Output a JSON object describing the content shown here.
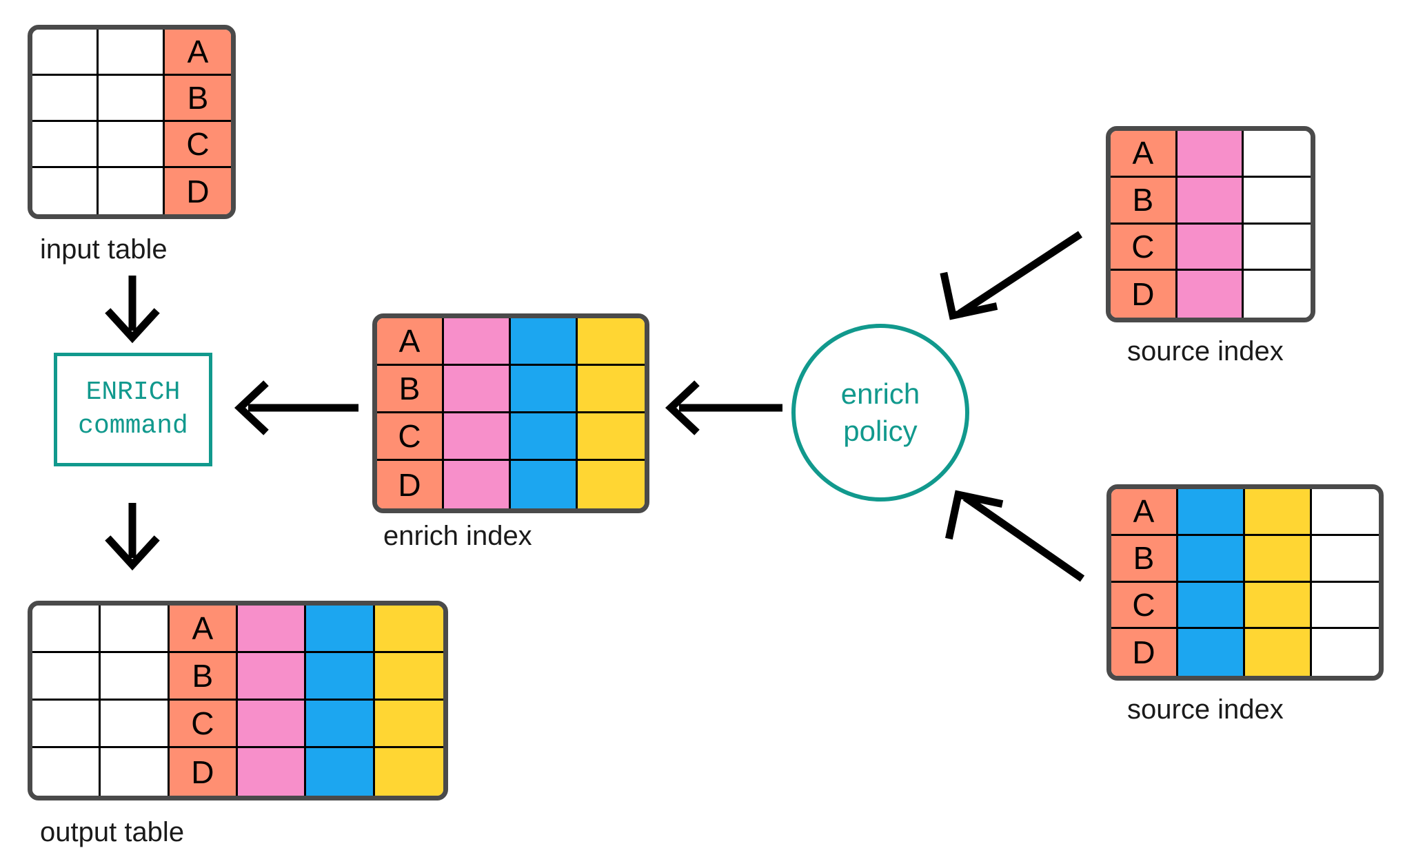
{
  "palette": {
    "key_orange": "#FF8F72",
    "pink": "#F78FCA",
    "blue": "#1CA6F0",
    "yellow": "#FFD633",
    "white": "#FFFFFF",
    "table_border": "#4A4A4A",
    "cell_border": "#000000",
    "accent_teal": "#11998D",
    "arrow_black": "#000000",
    "text_black": "#1A1A1A"
  },
  "keys": [
    "A",
    "B",
    "C",
    "D"
  ],
  "nodes": {
    "input_table": {
      "caption": "input table",
      "columns": [
        {
          "name": "blank-col-1",
          "fill": "#FFFFFF",
          "labeled": false
        },
        {
          "name": "blank-col-2",
          "fill": "#FFFFFF",
          "labeled": false
        },
        {
          "name": "key-col",
          "fill": "#FF8F72",
          "labeled": true
        }
      ],
      "rows": [
        "A",
        "B",
        "C",
        "D"
      ]
    },
    "enrich_command": {
      "line1": "ENRICH",
      "line2": "command"
    },
    "enrich_index": {
      "caption": "enrich index",
      "columns": [
        {
          "name": "key-col",
          "fill": "#FF8F72",
          "labeled": true
        },
        {
          "name": "pink-col",
          "fill": "#F78FCA",
          "labeled": false
        },
        {
          "name": "blue-col",
          "fill": "#1CA6F0",
          "labeled": false
        },
        {
          "name": "yellow-col",
          "fill": "#FFD633",
          "labeled": false
        }
      ],
      "rows": [
        "A",
        "B",
        "C",
        "D"
      ]
    },
    "enrich_policy": {
      "line1": "enrich",
      "line2": "policy"
    },
    "source_index_top": {
      "caption": "source index",
      "columns": [
        {
          "name": "key-col",
          "fill": "#FF8F72",
          "labeled": true
        },
        {
          "name": "pink-col",
          "fill": "#F78FCA",
          "labeled": false
        },
        {
          "name": "blank-col",
          "fill": "#FFFFFF",
          "labeled": false
        }
      ],
      "rows": [
        "A",
        "B",
        "C",
        "D"
      ]
    },
    "source_index_bottom": {
      "caption": "source index",
      "columns": [
        {
          "name": "key-col",
          "fill": "#FF8F72",
          "labeled": true
        },
        {
          "name": "blue-col",
          "fill": "#1CA6F0",
          "labeled": false
        },
        {
          "name": "yellow-col",
          "fill": "#FFD633",
          "labeled": false
        },
        {
          "name": "blank-col",
          "fill": "#FFFFFF",
          "labeled": false
        }
      ],
      "rows": [
        "A",
        "B",
        "C",
        "D"
      ]
    },
    "output_table": {
      "caption": "output table",
      "columns": [
        {
          "name": "blank-col-1",
          "fill": "#FFFFFF",
          "labeled": false
        },
        {
          "name": "blank-col-2",
          "fill": "#FFFFFF",
          "labeled": false
        },
        {
          "name": "key-col",
          "fill": "#FF8F72",
          "labeled": true
        },
        {
          "name": "pink-col",
          "fill": "#F78FCA",
          "labeled": false
        },
        {
          "name": "blue-col",
          "fill": "#1CA6F0",
          "labeled": false
        },
        {
          "name": "yellow-col",
          "fill": "#FFD633",
          "labeled": false
        }
      ],
      "rows": [
        "A",
        "B",
        "C",
        "D"
      ]
    }
  },
  "arrows": [
    {
      "name": "input-table-to-enrich-command",
      "direction": "down"
    },
    {
      "name": "enrich-command-to-output-table",
      "direction": "down"
    },
    {
      "name": "enrich-index-to-enrich-command",
      "direction": "left"
    },
    {
      "name": "enrich-policy-to-enrich-index",
      "direction": "left"
    },
    {
      "name": "source-index-top-to-enrich-policy",
      "direction": "down-left"
    },
    {
      "name": "source-index-bottom-to-enrich-policy",
      "direction": "up-left"
    }
  ]
}
